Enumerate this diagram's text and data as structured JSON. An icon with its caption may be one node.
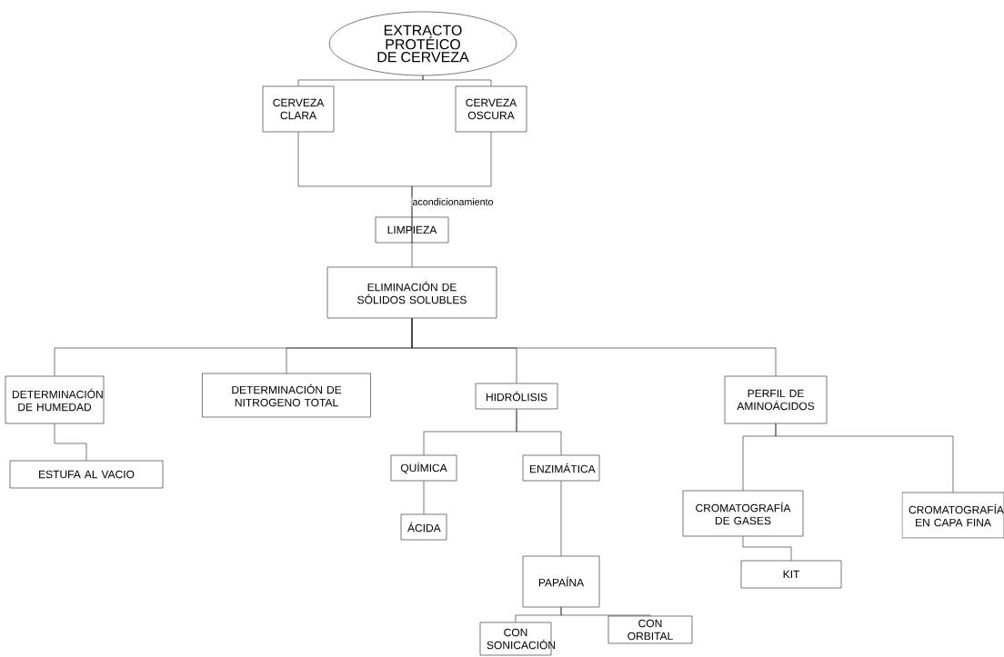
{
  "diagram": {
    "nodes": [
      {
        "text": [
          "EXTRACTO PROTÉICO DE CERVEZA"
        ]
      },
      {
        "text": [
          "CERVEZA CLARA"
        ]
      },
      {
        "text": [
          "CERVEZA OSCURA"
        ]
      },
      {
        "text": [
          "LIMPIEZA"
        ]
      },
      {
        "text": [
          "ELIMINACIÓN DE SÓLIDOS SOLUBLES"
        ]
      },
      {
        "text": [
          "DETERMINACIÓN DE HUMEDAD"
        ]
      },
      {
        "text": [
          "DETERMINACIÓN DE NITROGENO TOTAL"
        ]
      },
      {
        "text": [
          "HIDRÓLISIS"
        ]
      },
      {
        "text": [
          "PERFIL DE AMINOÁCIDOS"
        ]
      },
      {
        "text": [
          "ESTUFA AL VACIO"
        ]
      },
      {
        "text": [
          "QUÍMICA"
        ]
      },
      {
        "text": [
          "ENZIMÁTICA"
        ]
      },
      {
        "text": [
          "ÁCIDA"
        ]
      },
      {
        "text": [
          "PAPAÍNA"
        ]
      },
      {
        "text": [
          "CON SONICACIÓN"
        ]
      },
      {
        "text": [
          "CON ORBITAL"
        ]
      },
      {
        "text": [
          "CROMATOGRAFÍA DE GASES"
        ]
      },
      {
        "text": [
          "CROMATOGRAFÍA EN CAPA FINA"
        ]
      },
      {
        "text": [
          "KIT"
        ]
      }
    ],
    "edges": [
      {
        "from": 0,
        "to": 1,
        "arrow": "none"
      },
      {
        "from": 0,
        "to": 2,
        "arrow": "none"
      },
      {
        "from": 1,
        "to": 3,
        "arrow": "none",
        "label": "acondicionamiento"
      },
      {
        "from": 2,
        "to": 3,
        "arrow": "none"
      },
      {
        "from": 3,
        "to": 4,
        "arrow": "none"
      },
      {
        "from": 4,
        "to": 5,
        "arrow": "none"
      },
      {
        "from": 4,
        "to": 6,
        "arrow": "none"
      },
      {
        "from": 4,
        "to": 7,
        "arrow": "none"
      },
      {
        "from": 4,
        "to": 8,
        "arrow": "none"
      },
      {
        "from": 5,
        "to": 9,
        "arrow": "none"
      },
      {
        "from": 7,
        "to": 10,
        "arrow": "none"
      },
      {
        "from": 7,
        "to": 11,
        "arrow": "none"
      },
      {
        "from": 10,
        "to": 12,
        "arrow": "none"
      },
      {
        "from": 11,
        "to": 13,
        "arrow": "none"
      },
      {
        "from": 13,
        "to": 14,
        "arrow": "none"
      },
      {
        "from": 13,
        "to": 15,
        "arrow": "none"
      },
      {
        "from": 8,
        "to": 16,
        "arrow": "none"
      },
      {
        "from": 8,
        "to": 17,
        "arrow": "none"
      },
      {
        "from": 16,
        "to": 18,
        "arrow": "none"
      }
    ]
  }
}
